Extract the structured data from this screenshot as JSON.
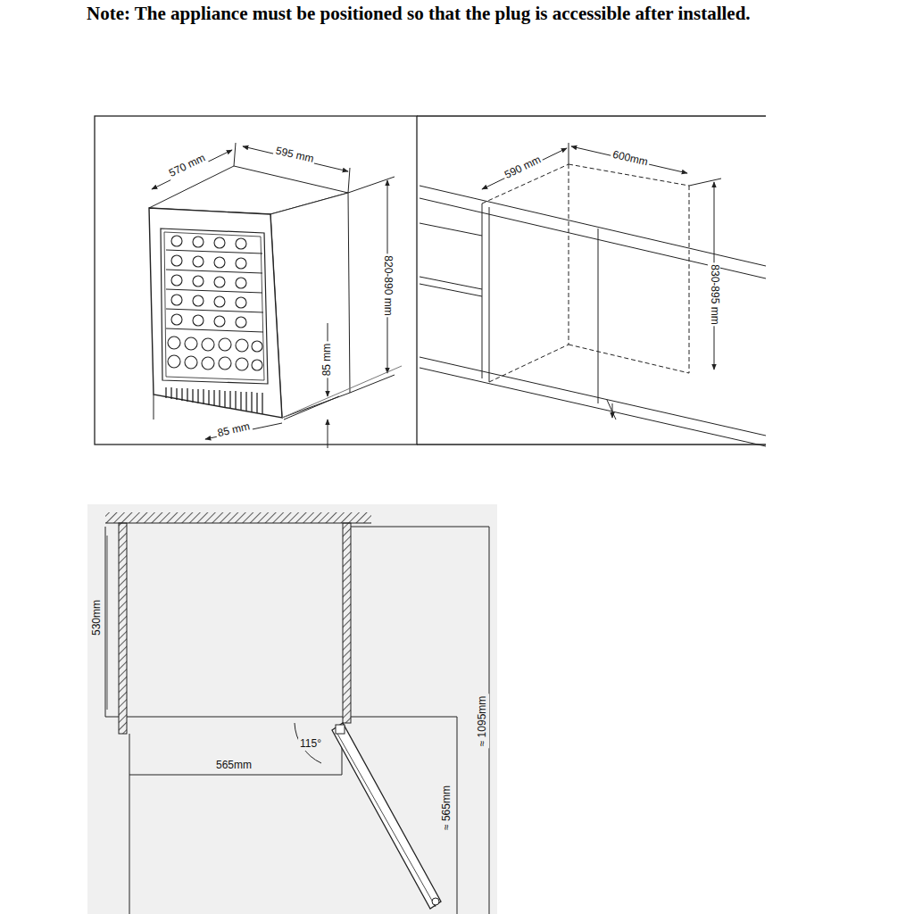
{
  "diagram": {
    "labels": [
      "Note: The appliance must be positioned so that the plug is accessible after installed.",
      "570 mm",
      "595 mm",
      "820-890 mm",
      "85 mm",
      "85 mm",
      "590 mm",
      "600mm",
      "830-895 mm",
      "530mm",
      "115°",
      "565mm",
      "≈ 1095mm",
      "≈ 565mm"
    ]
  }
}
